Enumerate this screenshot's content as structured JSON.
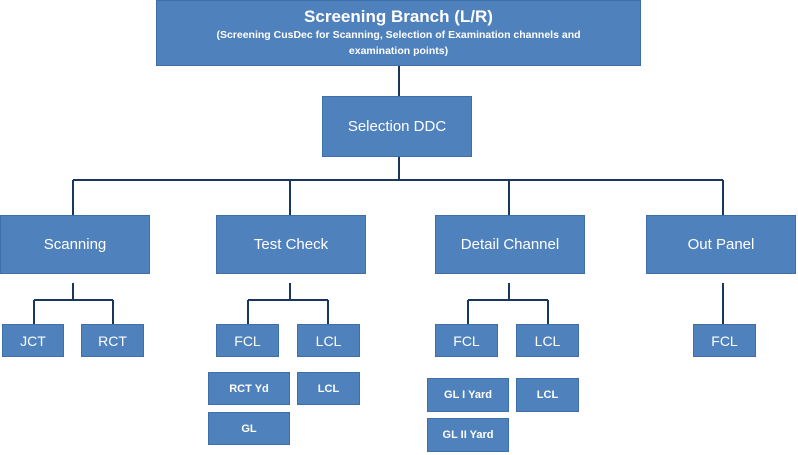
{
  "root": {
    "title": "Screening Branch (L/R)",
    "subtitle_line1": "(Screening CusDec for Scanning, Selection of Examination channels and",
    "subtitle_line2": "examination points)"
  },
  "selection": {
    "label": "Selection DDC"
  },
  "branches": [
    {
      "label": "Scanning",
      "children": [
        "JCT",
        "RCT"
      ]
    },
    {
      "label": "Test Check",
      "children": [
        "FCL",
        "LCL"
      ],
      "fcl_sub": [
        "RCT Yd",
        "GL"
      ],
      "lcl_sub": [
        "LCL"
      ]
    },
    {
      "label": "Detail Channel",
      "children": [
        "FCL",
        "LCL"
      ],
      "fcl_sub": [
        "GL I Yard",
        "GL II Yard"
      ],
      "lcl_sub": [
        "LCL"
      ]
    },
    {
      "label": "Out Panel",
      "children": [
        "FCL"
      ]
    }
  ],
  "colors": {
    "box_fill": "#4f81bd",
    "box_border": "#3f6fa8",
    "box_text": "#ffffff",
    "line": "#17375e"
  }
}
